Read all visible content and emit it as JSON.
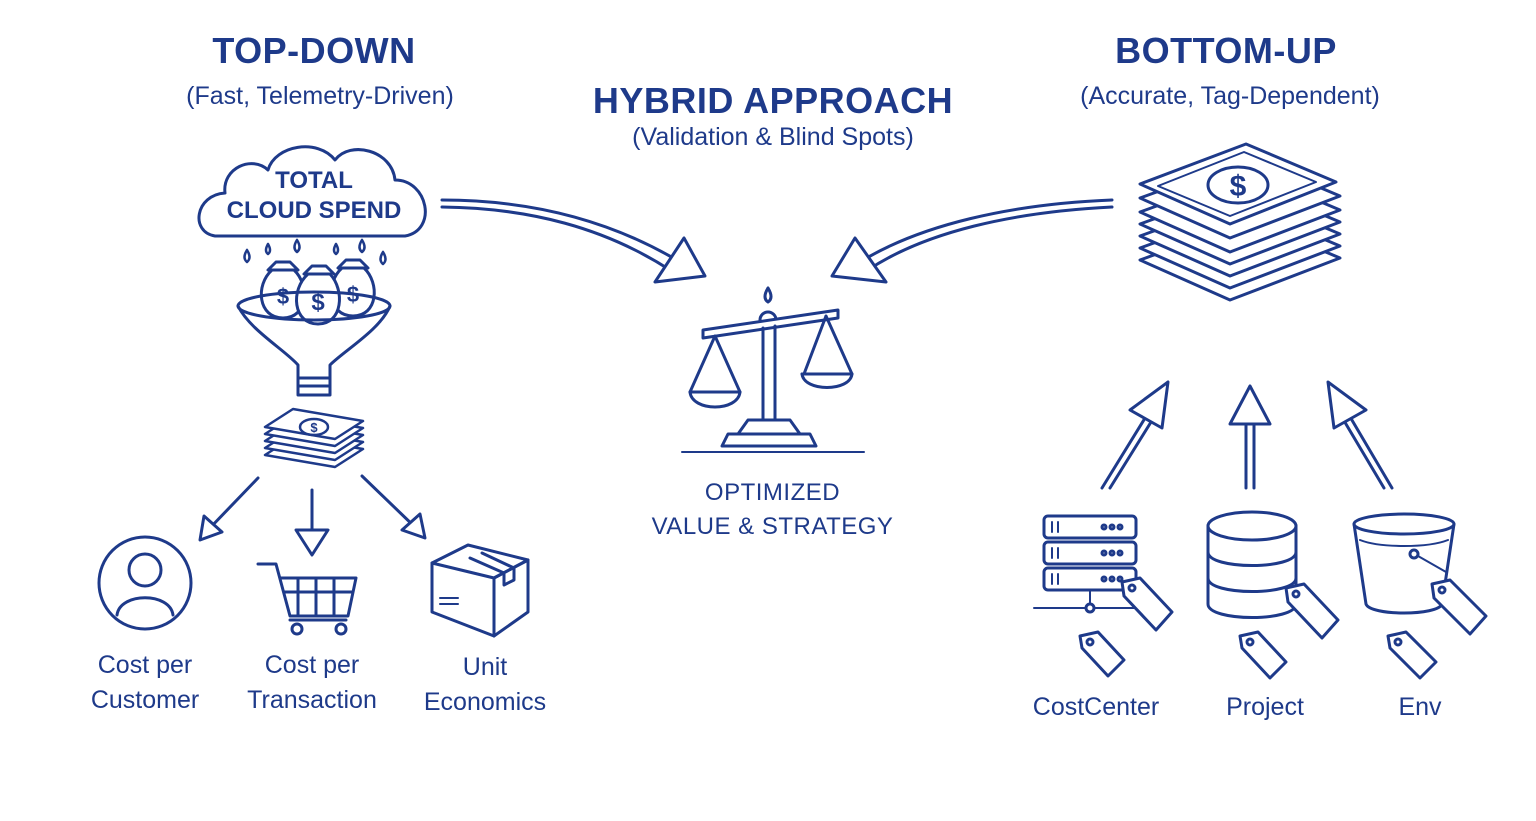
{
  "top_down": {
    "title": "TOP-DOWN",
    "subtitle": "(Fast, Telemetry-Driven)",
    "cloud_line1": "TOTAL",
    "cloud_line2": "CLOUD SPEND",
    "outputs": [
      {
        "line1": "Cost per",
        "line2": "Customer"
      },
      {
        "line1": "Cost per",
        "line2": "Transaction"
      },
      {
        "line1": "Unit",
        "line2": "Economics"
      }
    ]
  },
  "hybrid": {
    "title": "HYBRID APPROACH",
    "subtitle": "(Validation & Blind Spots)",
    "result_line1": "OPTIMIZED",
    "result_line2": "VALUE & STRATEGY"
  },
  "bottom_up": {
    "title": "BOTTOM-UP",
    "subtitle": "(Accurate, Tag-Dependent)",
    "tags": [
      "CostCenter",
      "Project",
      "Env"
    ]
  },
  "colors": {
    "ink": "#1e3a8a",
    "background": "#ffffff"
  }
}
